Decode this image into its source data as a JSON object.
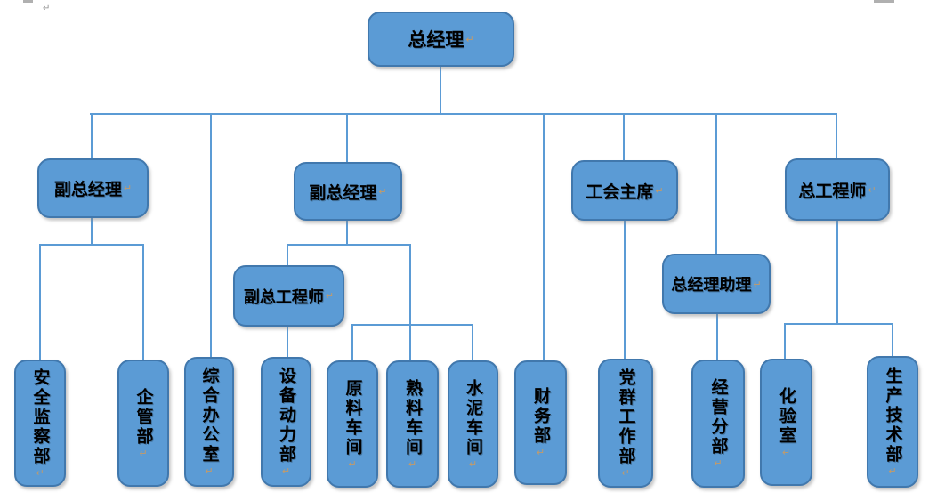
{
  "marks": {
    "pilcrow": "↵",
    "page_return_mark": "↵"
  },
  "colors": {
    "node_fill": "#5b9bd5",
    "node_border": "#4178ad",
    "connector": "#5b9bd5",
    "label_text": "#000000",
    "pilcrow_mark": "#c39b6a"
  },
  "nodes": {
    "general_manager": {
      "label": "总经理"
    },
    "deputy_gm_1": {
      "label": "副总经理"
    },
    "deputy_gm_2": {
      "label": "副总经理"
    },
    "union_chairman": {
      "label": "工会主席"
    },
    "chief_engineer": {
      "label": "总工程师"
    },
    "deputy_chief_engineer": {
      "label": "副总工程师"
    },
    "gm_assistant": {
      "label": "总经理助理"
    },
    "safety_supervision_dept": {
      "label": "安全监察部"
    },
    "enterprise_mgmt_dept": {
      "label": "企管部"
    },
    "general_office": {
      "label": "综合办公室"
    },
    "equipment_power_dept": {
      "label": "设备动力部"
    },
    "raw_material_workshop": {
      "label": "原料车间"
    },
    "clinker_workshop": {
      "label": "熟料车间"
    },
    "cement_workshop": {
      "label": "水泥车间"
    },
    "finance_dept": {
      "label": "财务部"
    },
    "party_mass_work_dept": {
      "label": "党群工作部"
    },
    "operations_branch": {
      "label": "经营分部"
    },
    "laboratory": {
      "label": "化验室"
    },
    "production_tech_dept": {
      "label": "生产技术部"
    }
  },
  "structure": {
    "type": "org-tree",
    "root": "总经理",
    "children": [
      {
        "label": "副总经理",
        "children": [
          {
            "label": "安全监察部"
          },
          {
            "label": "企管部"
          }
        ]
      },
      {
        "label": "综合办公室"
      },
      {
        "label": "副总经理",
        "children": [
          {
            "label": "副总工程师",
            "children": [
              {
                "label": "设备动力部"
              }
            ]
          },
          {
            "label": "原料车间"
          },
          {
            "label": "熟料车间"
          },
          {
            "label": "水泥车间"
          }
        ]
      },
      {
        "label": "财务部"
      },
      {
        "label": "工会主席",
        "children": [
          {
            "label": "党群工作部"
          }
        ]
      },
      {
        "label": "总经理助理",
        "children": [
          {
            "label": "经营分部"
          }
        ]
      },
      {
        "label": "总工程师",
        "children": [
          {
            "label": "化验室"
          },
          {
            "label": "生产技术部"
          }
        ]
      }
    ]
  }
}
